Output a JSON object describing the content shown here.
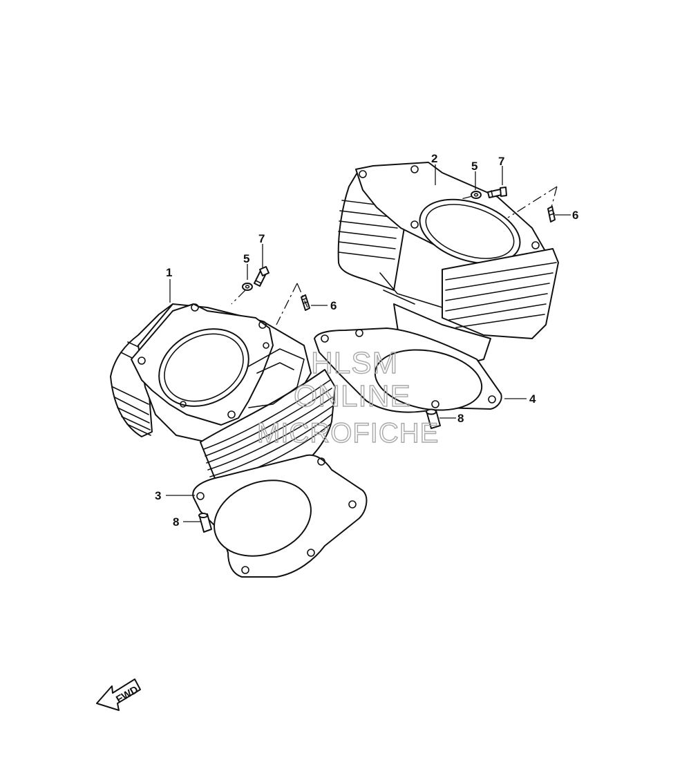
{
  "callouts": {
    "c1": "1",
    "c2": "2",
    "c3": "3",
    "c4": "4",
    "c5a": "5",
    "c5b": "5",
    "c6a": "6",
    "c6b": "6",
    "c7a": "7",
    "c7b": "7",
    "c8a": "8",
    "c8b": "8"
  },
  "direction_label": "FWD",
  "watermark": {
    "line1": "HLSM",
    "line2": "ONLINE",
    "line3": "MICROFICHE"
  },
  "colors": {
    "line": "#111111",
    "watermark": "#a8a8a8",
    "background": "#ffffff"
  }
}
